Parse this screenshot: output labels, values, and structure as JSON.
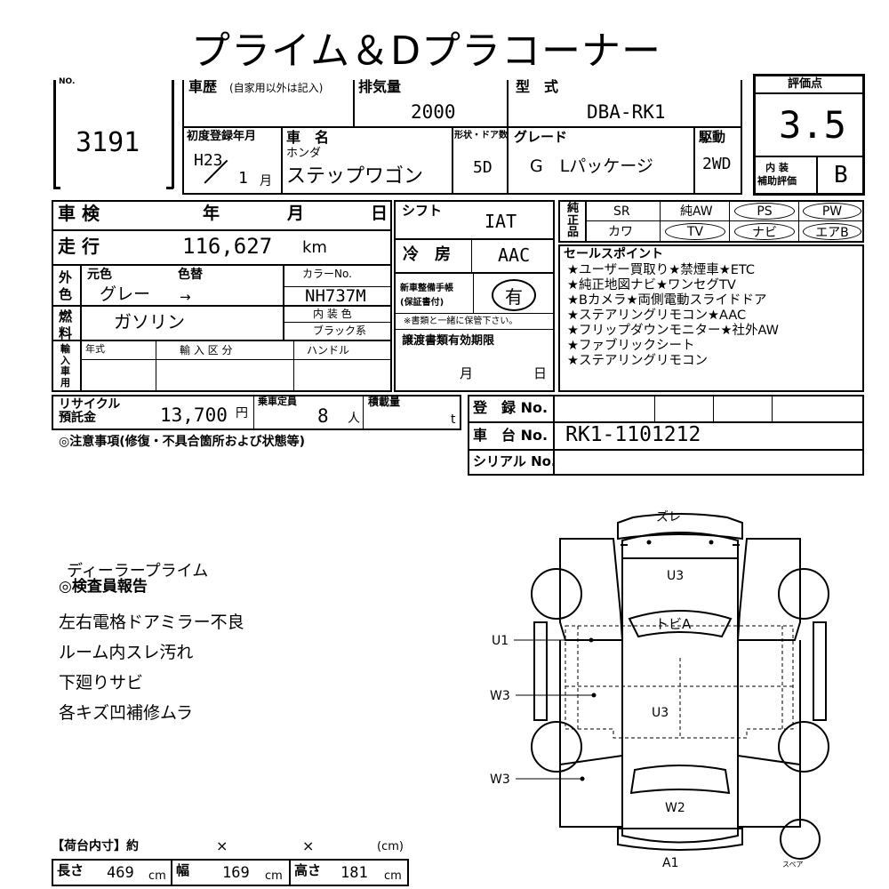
{
  "title": "プライム＆Dプラコーナー",
  "lot": {
    "no_label": "NO.",
    "number": "3191"
  },
  "history": {
    "label": "車歴",
    "note": "(自家用以外は記入)"
  },
  "displacement": {
    "label": "排気量",
    "value": "2000"
  },
  "model": {
    "label": "型　式",
    "value": "DBA-RK1"
  },
  "score": {
    "label": "評価点",
    "value": "3.5",
    "interior_label": "内 装\n補助評価",
    "interior_value": "B"
  },
  "first_reg": {
    "label": "初度登録年月",
    "year": "H23",
    "month": "1",
    "month_unit": "月"
  },
  "car_name": {
    "label": "車　名",
    "maker": "ホンダ",
    "name": "ステップワゴン"
  },
  "doors": {
    "label": "形状・ドア数",
    "value": "5D"
  },
  "grade": {
    "label": "グレード",
    "value": "G　Lパッケージ"
  },
  "drive": {
    "label": "駆動",
    "value": "2WD"
  },
  "inspection": {
    "label": "車 検",
    "year": "年",
    "month": "月",
    "day": "日"
  },
  "mileage": {
    "label": "走 行",
    "value": "116,627",
    "unit": "km"
  },
  "shift": {
    "label": "シフト",
    "value": "IAT"
  },
  "aircon": {
    "label": "冷　房",
    "value": "AAC"
  },
  "color": {
    "side_label": "外\n色",
    "orig_label": "元色",
    "change_label": "色替",
    "orig_value": "グレー",
    "change_value": "→",
    "code_label": "カラーNo.",
    "code_value": "NH737M"
  },
  "fuel": {
    "side_label": "燃\n料",
    "value": "ガソリン"
  },
  "interior_color": {
    "label": "内 装 色",
    "value": "ブラック系"
  },
  "maintenance": {
    "label": "新車整備手帳\n(保証書付)",
    "value": "有",
    "note": "※書類と一緒に保管下さい。"
  },
  "transfer": {
    "label": "譲渡書類有効期限",
    "month": "月",
    "day": "日"
  },
  "import": {
    "side_label": "輸\n入\n車\n用",
    "year_label": "年式",
    "type_label": "輸 入 区 分",
    "handle_label": "ハンドル"
  },
  "genuine": {
    "label": "純\n正\n品",
    "sr": "SR",
    "aw": "純AW",
    "ps": "PS",
    "pw": "PW",
    "kawa": "カワ",
    "tv": "TV",
    "navi": "ナビ",
    "airbag": "エアB"
  },
  "sales_points": {
    "label": "セールスポイント",
    "lines": [
      "★ユーザー買取り★禁煙車★ETC",
      "★純正地図ナビ★ワンセグTV",
      "★Bカメラ★両側電動スライドドア",
      "★ステアリングリモコン★AAC",
      "★フリップダウンモニター★社外AW",
      "★ファブリックシート",
      "★ステアリングリモコン"
    ]
  },
  "recycle": {
    "label": "リサイクル\n預託金",
    "value": "13,700",
    "unit": "円"
  },
  "capacity": {
    "label": "乗車定員",
    "value": "8",
    "unit": "人"
  },
  "load": {
    "label": "積載量",
    "unit": "t"
  },
  "registration": {
    "label": "登　録 No."
  },
  "chassis": {
    "label": "車　台 No.",
    "value": "RK1-1101212"
  },
  "serial": {
    "label": "シリアル No."
  },
  "caution": "◎注意事項(修復・不具合箇所および状態等)",
  "report": {
    "dealer": "ディーラープライム",
    "header": "◎検査員報告",
    "lines": [
      "左右電格ドアミラー不良",
      "ルーム内スレ汚れ",
      "下廻りサビ",
      "各キズ凹補修ムラ"
    ]
  },
  "cargo": {
    "header": "【荷台内寸】約",
    "x1": "×",
    "x2": "×",
    "unit_paren": "(cm)",
    "length_label": "長さ",
    "length": "469",
    "width_label": "幅",
    "width": "169",
    "height_label": "高さ",
    "height": "181",
    "unit": "cm"
  },
  "diagram": {
    "zure": "ズレ",
    "u3_top": "U3",
    "tobi": "トビA",
    "u1": "U1",
    "w3_mid": "W3",
    "u3_mid": "U3",
    "w3_low": "W3",
    "w2": "W2",
    "a1": "A1",
    "spare": "スペア"
  }
}
